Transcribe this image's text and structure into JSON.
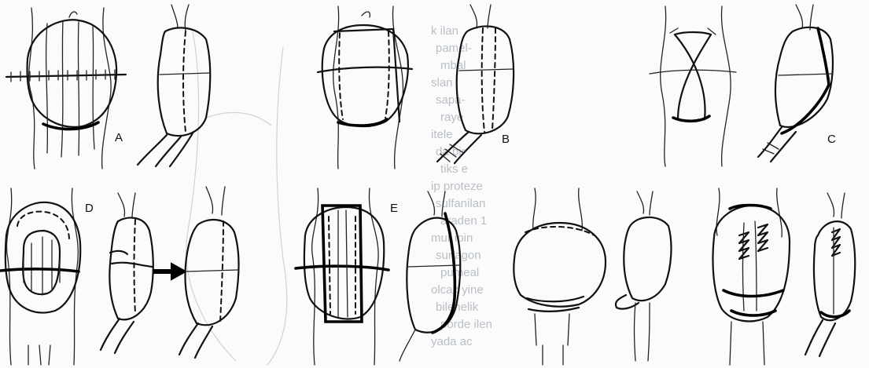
{
  "labels": {
    "a": "A",
    "b": "B",
    "c": "C",
    "d": "D",
    "e": "E"
  },
  "background_text_lines": [
    "k ilan",
    "pamel-",
    "mbal",
    "slan",
    "sapa-",
    "raye",
    "itele",
    "da bir",
    "tiks e",
    "ip proteze",
    "sulfanilan",
    "araden 1",
    "mur ipin",
    "sunagon",
    "pumeal",
    "olcak yine",
    "bilenelik",
    "porde ilen",
    "yada ac"
  ],
  "colors": {
    "ink": "#111111",
    "bleed_through": "#b8bfc7"
  }
}
